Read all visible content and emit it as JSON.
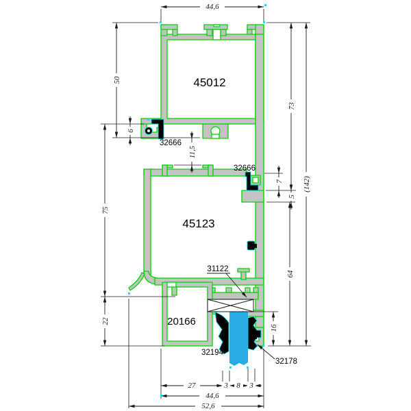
{
  "drawing": {
    "type": "aluminium profile cross-section",
    "colors": {
      "profile_outline": "#00d400",
      "aluminium_fill": "#c3c3c3",
      "gasket_black": "#000000",
      "gasket_highlight": "#00e6ff",
      "glass_blue": "#29abe2",
      "dimension_lines": "#1a1a1a",
      "background": "#ffffff"
    },
    "parts": {
      "top_profile": "45012",
      "middle_profile": "45123",
      "glazing_bead": "20166",
      "gasket_upper_left": "32666",
      "gasket_middle_right": "32666",
      "thermal_break": "31122",
      "glazing_gasket_left": "32194",
      "glazing_gasket_right": "32178"
    },
    "dimensions": {
      "top_width": "44,6",
      "left_50": "50",
      "left_6": "6",
      "left_75": "75",
      "left_22": "22",
      "mid_11_5": "11,5",
      "right_73": "73",
      "right_7": "7",
      "right_5": "5",
      "right_64": "64",
      "right_142": "(142)",
      "right_16": "16",
      "bottom_27": "27",
      "bottom_3a": "3",
      "bottom_8": "8",
      "bottom_3b": "3",
      "bottom_44_6": "44,6",
      "bottom_52_6": "52,6"
    }
  }
}
